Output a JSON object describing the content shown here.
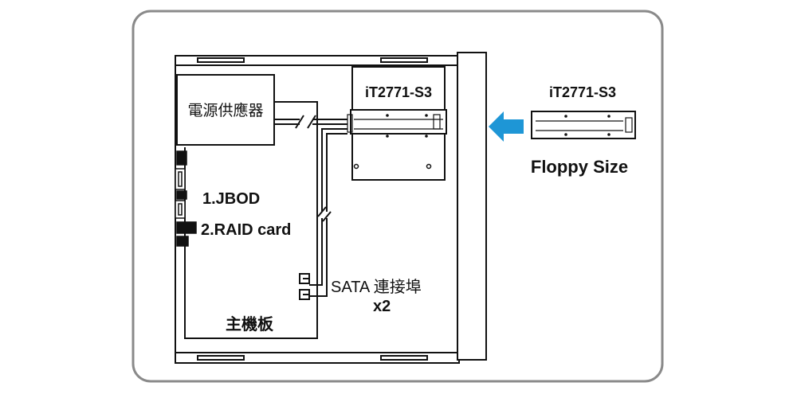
{
  "labels": {
    "power_supply": "電源供應器",
    "bay_model": "iT2771-S3",
    "jbod": "1.JBOD",
    "raid": "2.RAID card",
    "sata_ports": "SATA 連接埠",
    "sata_count": "x2",
    "motherboard": "主機板",
    "module_model": "iT2771-S3",
    "floppy_size": "Floppy Size"
  },
  "colors": {
    "frame": "#8a8a8a",
    "line": "#111111",
    "arrow": "#1e96d6"
  },
  "icons": {
    "insert_arrow": "arrow-left-icon"
  }
}
